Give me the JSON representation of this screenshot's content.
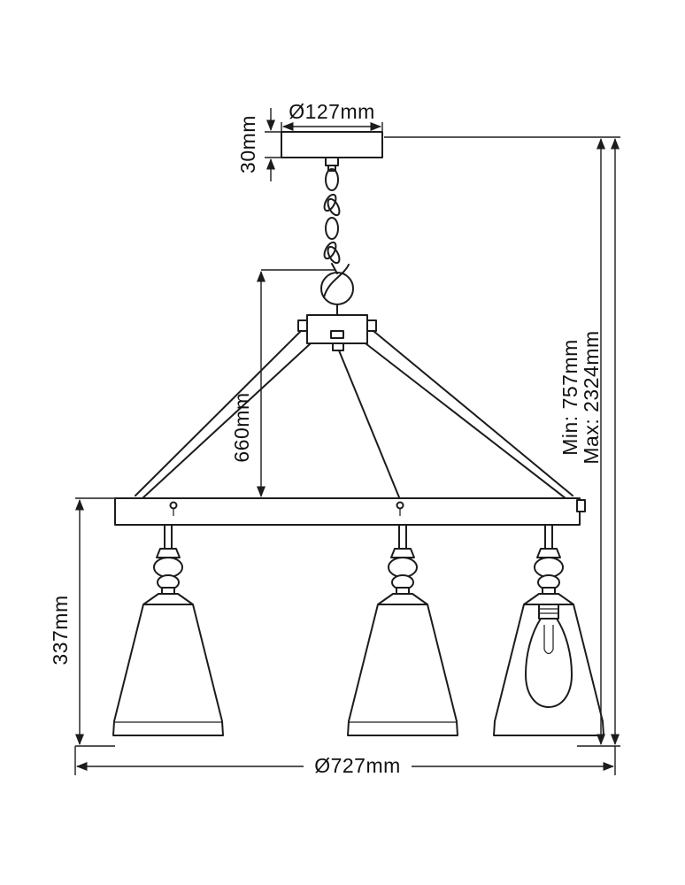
{
  "diagram": {
    "type": "technical-dimension-drawing",
    "subject": "three-light chandelier pendant with chain suspension and cone shades",
    "colors": {
      "line": "#1c1c1c",
      "background": "#ffffff"
    },
    "dims": {
      "canopy_diameter": "Ø127mm",
      "canopy_height": "30mm",
      "body_drop": "660mm",
      "shade_height": "337mm",
      "min_height": "Min: 757mm",
      "max_height": "Max: 2324mm",
      "overall_width": "Ø727mm"
    }
  }
}
